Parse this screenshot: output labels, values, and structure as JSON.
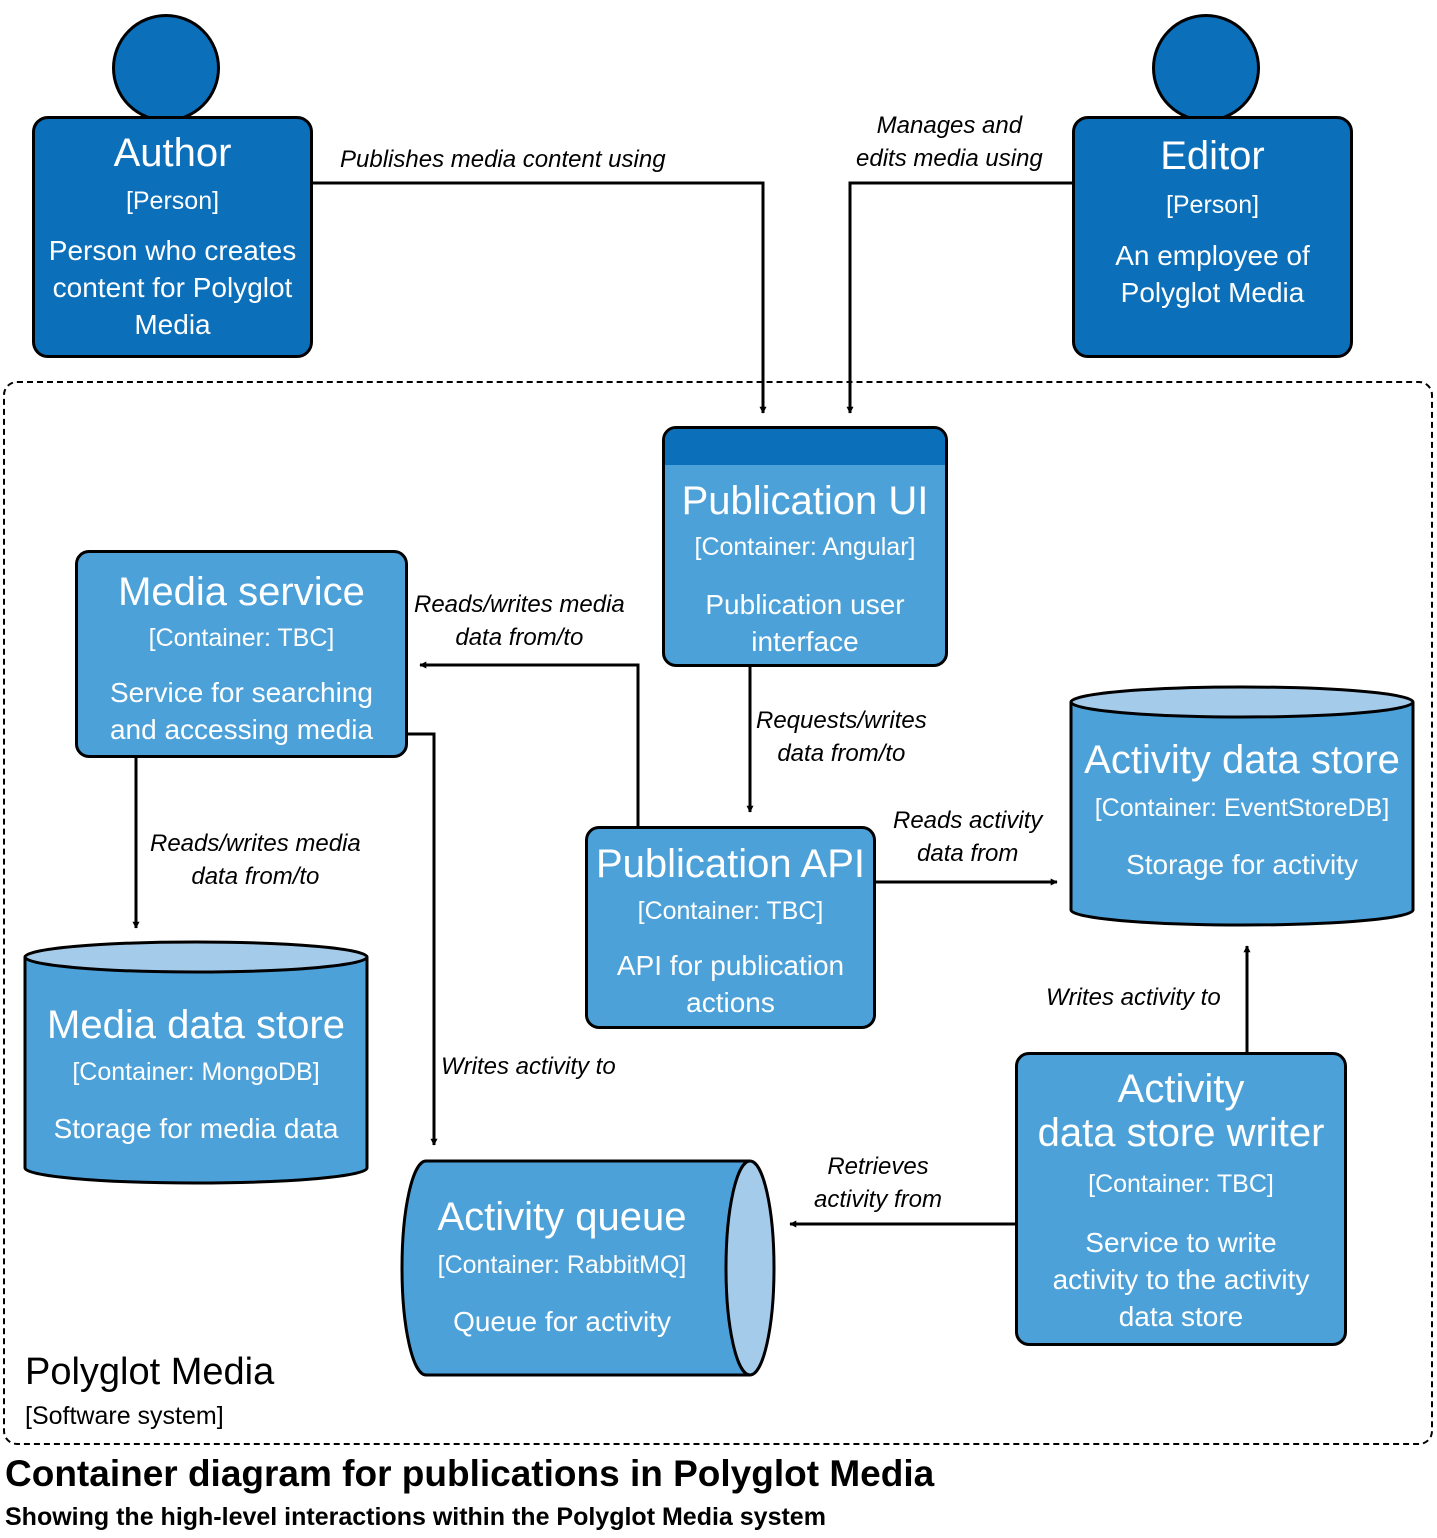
{
  "caption": {
    "title": "Container diagram for publications in Polyglot Media",
    "subtitle": "Showing the high-level interactions within the Polyglot Media system"
  },
  "system": {
    "name": "Polyglot Media",
    "type": "[Software system]"
  },
  "colors": {
    "person": "#0b6fba",
    "container": "#4da1d9",
    "cylinder_top": "#a5cbea",
    "stroke": "#000000"
  },
  "nodes": {
    "author": {
      "title": "Author",
      "type": "[Person]",
      "lines": [
        "Person who creates",
        "content for Polyglot",
        "Media"
      ]
    },
    "editor": {
      "title": "Editor",
      "type": "[Person]",
      "lines": [
        "An employee of",
        "Polyglot Media"
      ]
    },
    "publication_ui": {
      "title": "Publication UI",
      "type": "[Container: Angular]",
      "lines": [
        "Publication user",
        "interface"
      ]
    },
    "media_service": {
      "title": "Media service",
      "type": "[Container: TBC]",
      "lines": [
        "Service for searching",
        "and accessing media"
      ]
    },
    "publication_api": {
      "title": "Publication API",
      "type": "[Container: TBC]",
      "lines": [
        "API for publication",
        "actions"
      ]
    },
    "activity_data_store": {
      "title": "Activity data store",
      "type": "[Container: EventStoreDB]",
      "lines": [
        "Storage for activity"
      ]
    },
    "media_data_store": {
      "title": "Media data store",
      "type": "[Container: MongoDB]",
      "lines": [
        "Storage for media data"
      ]
    },
    "activity_queue": {
      "title": "Activity queue",
      "type": "[Container: RabbitMQ]",
      "lines": [
        "Queue for activity"
      ]
    },
    "activity_writer": {
      "title_lines": [
        "Activity",
        "data store writer"
      ],
      "type": "[Container: TBC]",
      "lines": [
        "Service to write",
        "activity to the activity",
        "data store"
      ]
    }
  },
  "edges": {
    "author_ui": [
      "Publishes media content using"
    ],
    "editor_ui": [
      "Manages and",
      "edits media using"
    ],
    "ui_api": [
      "Requests/writes",
      "data from/to"
    ],
    "api_media": [
      "Reads/writes media",
      "data from/to"
    ],
    "media_store": [
      "Reads/writes media",
      "data from/to"
    ],
    "api_activity": [
      "Reads activity",
      "data from"
    ],
    "writer_store": [
      "Writes activity to"
    ],
    "media_queue": [
      "Writes activity to"
    ],
    "writer_queue": [
      "Retrieves",
      "activity from"
    ]
  }
}
